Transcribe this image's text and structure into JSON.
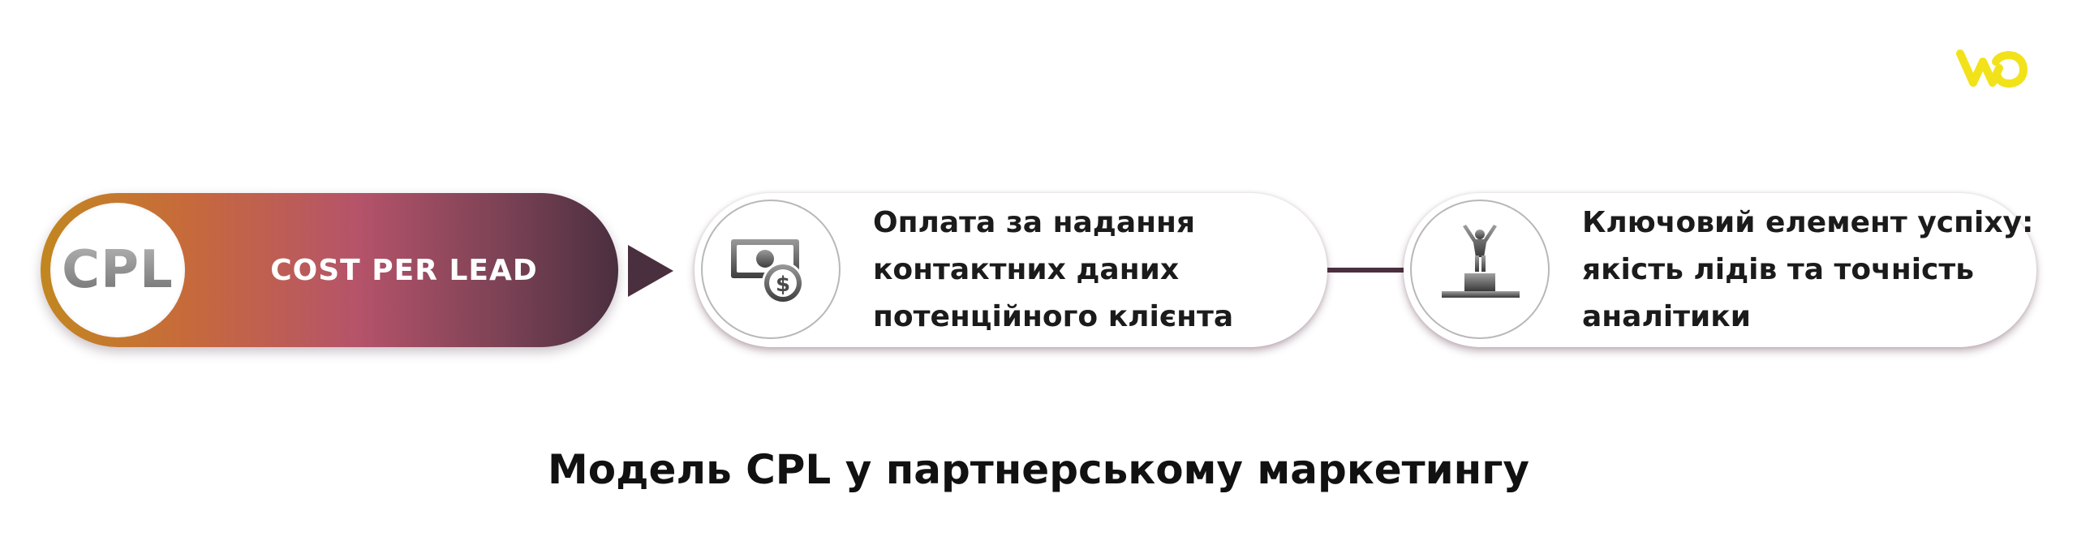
{
  "title": "Модель CPL у партнерському маркетингу",
  "cpl_block": {
    "badge": "CPL",
    "label": "COST PER LEAD"
  },
  "steps": [
    {
      "icon": "money-icon",
      "lines": [
        "Оплата за надання",
        "контактних даних",
        "потенційного клієнта"
      ]
    },
    {
      "icon": "podium-winner-icon",
      "lines": [
        "Ключовий елемент успіху:",
        "якість лідів та точність",
        "аналітики"
      ]
    }
  ],
  "colors": {
    "logo": "#f2e21a",
    "accent_dark": "#4a2f3f",
    "gradient": [
      "#c28720",
      "#c76a3b",
      "#b5536a",
      "#7c4255",
      "#4a2f3f"
    ]
  }
}
